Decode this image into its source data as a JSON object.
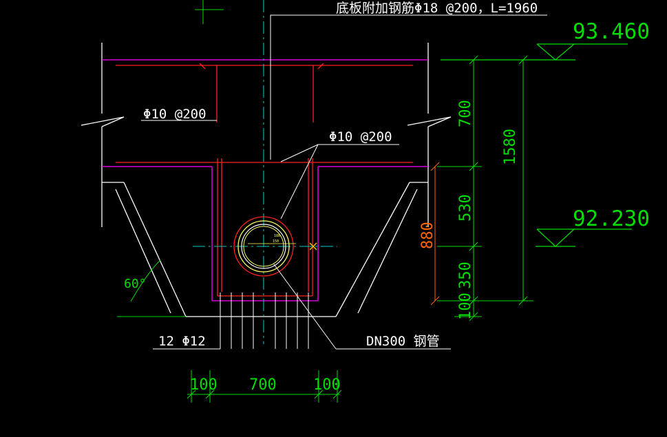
{
  "colors": {
    "background": "#000000",
    "structure": "#ffffff",
    "rebar": "#ff2020",
    "magenta": "#ff00ff",
    "dimension": "#00dd00",
    "orange": "#ff6600",
    "centerline": "#00cccc",
    "pipe_ring": "#ffff66",
    "marker": "#ffcc00"
  },
  "labels": {
    "top_note": "底板附加钢筋Φ18 @200，L=1960",
    "rebar_left": "Φ10 @200",
    "rebar_right": "Φ10 @200",
    "bottom_bars": "12 Φ12",
    "pipe": "DN300 钢管",
    "angle": "60°",
    "pipe_small_1": "188",
    "pipe_small_2": "150"
  },
  "elevations": {
    "top": "93.460",
    "mid": "92.230"
  },
  "dimensions": {
    "v_700": "700",
    "v_1580": "1580",
    "v_530": "530",
    "v_880": "880",
    "v_350": "350",
    "v_100": "100",
    "h_100_left": "100",
    "h_700": "700",
    "h_100_right": "100"
  }
}
